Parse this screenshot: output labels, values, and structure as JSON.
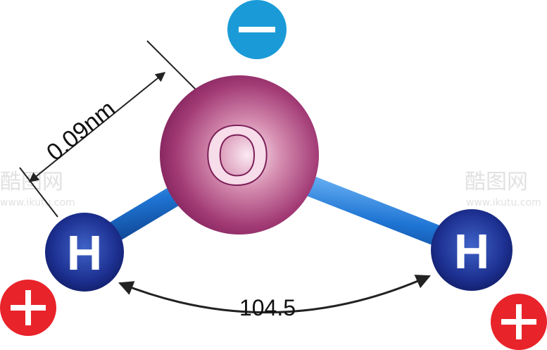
{
  "atoms": {
    "oxygen": {
      "symbol": "O"
    },
    "hydrogen_left": {
      "symbol": "H"
    },
    "hydrogen_right": {
      "symbol": "H"
    }
  },
  "charges": {
    "negative": {
      "sign": "−",
      "color": "#1a9bd7"
    },
    "positive_left": {
      "sign": "+",
      "color": "#e8232a"
    },
    "positive_right": {
      "sign": "+",
      "color": "#e8232a"
    }
  },
  "measurements": {
    "bond_length": "0.09nm",
    "bond_angle": "104.5"
  },
  "watermark": {
    "brand": "酷图网",
    "url": "www.ikutu.com"
  },
  "colors": {
    "oxygen": "#9c2f6e",
    "hydrogen": "#1c2f8f",
    "bond": "#1868c4"
  }
}
